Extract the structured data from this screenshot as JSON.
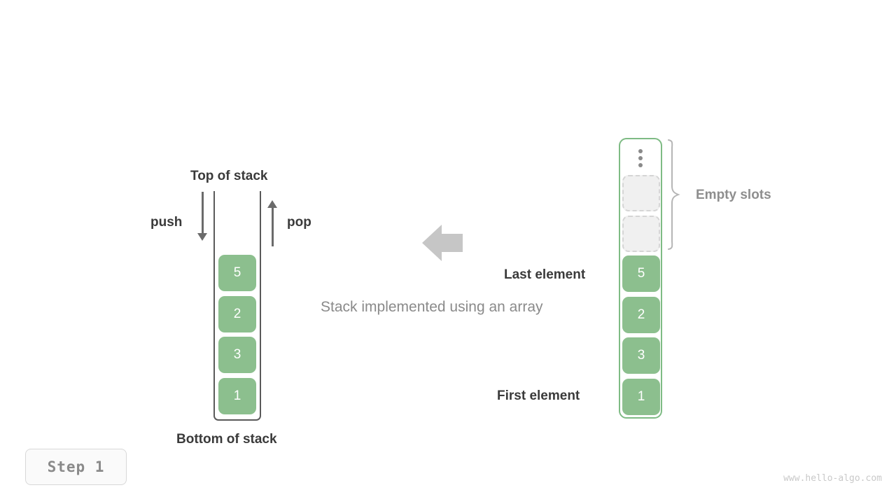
{
  "diagram": {
    "caption": "Stack implemented using an array",
    "step_badge": "Step 1",
    "watermark": "www.hello-algo.com",
    "accent_green": "#8cbf8e",
    "border_green": "#7ebb84",
    "label_dark": "#3a3a3a",
    "label_gray": "#8e8e8e",
    "arrow_gray": "#c6c6c6"
  },
  "stack": {
    "top_label": "Top of stack",
    "bottom_label": "Bottom of stack",
    "push_label": "push",
    "pop_label": "pop",
    "cells": [
      {
        "value": "5"
      },
      {
        "value": "2"
      },
      {
        "value": "3"
      },
      {
        "value": "1"
      }
    ]
  },
  "array": {
    "ellipsis_icon": "vertical-ellipsis-icon",
    "empty_slots_label": "Empty slots",
    "last_element_label": "Last element",
    "first_element_label": "First element",
    "empty_slot_count": 2,
    "cells": [
      {
        "value": "5"
      },
      {
        "value": "2"
      },
      {
        "value": "3"
      },
      {
        "value": "1"
      }
    ]
  }
}
